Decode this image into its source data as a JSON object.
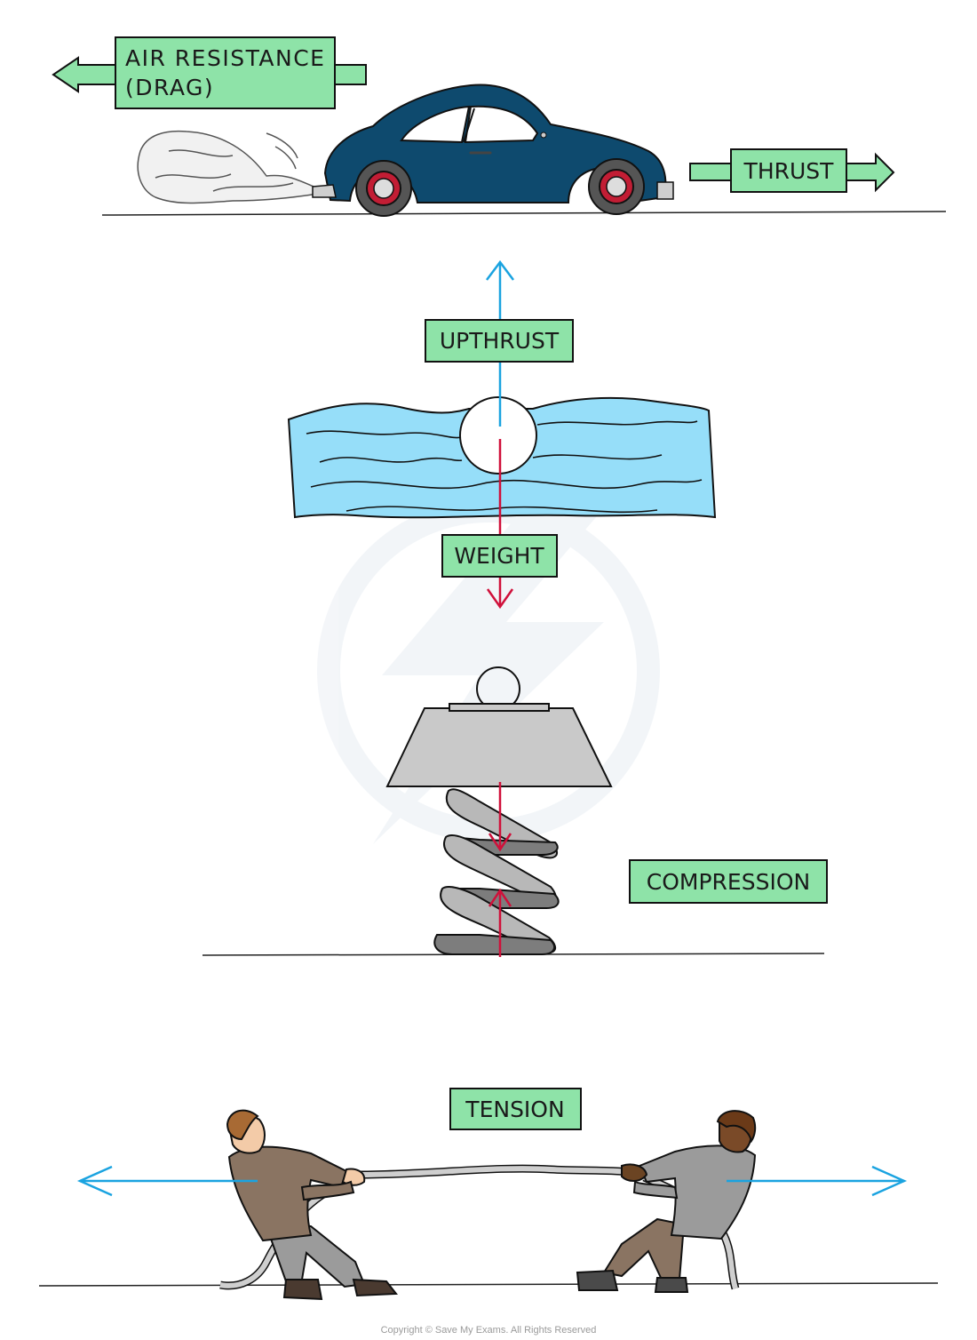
{
  "labels": {
    "air_resistance_line1": "AIR RESISTANCE",
    "air_resistance_line2": "(DRAG)",
    "thrust": "THRUST",
    "upthrust": "UPTHRUST",
    "weight": "WEIGHT",
    "compression": "COMPRESSION",
    "tension": "TENSION"
  },
  "copyright": "Copyright © Save My Exams. All Rights Reserved",
  "colors": {
    "label_fill": "#8ee3a8",
    "upthrust_arrow": "#1aa3e0",
    "weight_arrow": "#d0103a",
    "water": "#96def9",
    "car_body": "#0e4a6e",
    "spring": "#b8b8b8",
    "weight_block": "#c9c9c9"
  }
}
